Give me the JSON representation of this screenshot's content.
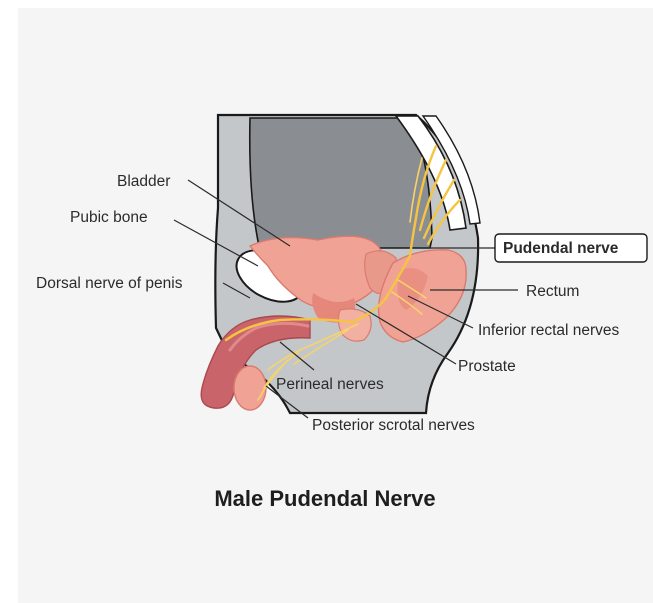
{
  "diagram": {
    "labels": {
      "bladder": "Bladder",
      "pubic_bone": "Pubic bone",
      "dorsal_nerve": "Dorsal nerve of penis",
      "pudendal_nerve": "Pudendal nerve",
      "rectum": "Rectum",
      "inferior_rectal": "Inferior rectal nerves",
      "prostate": "Prostate",
      "perineal": "Perineal nerves",
      "posterior_scrotal": "Posterior scrotal nerves"
    },
    "title": "Male Pudendal Nerve",
    "colors": {
      "background": "#f5f5f5",
      "pelvis_outline": "#1a1a1a",
      "tissue_gray": "#b9bcbf",
      "cavity_gray": "#8a8d91",
      "organ_pink": "#f0a394",
      "organ_pink_dark": "#e5877a",
      "penis_red": "#c9656a",
      "nerve_yellow": "#f5c542",
      "bone_white": "#ffffff"
    }
  }
}
